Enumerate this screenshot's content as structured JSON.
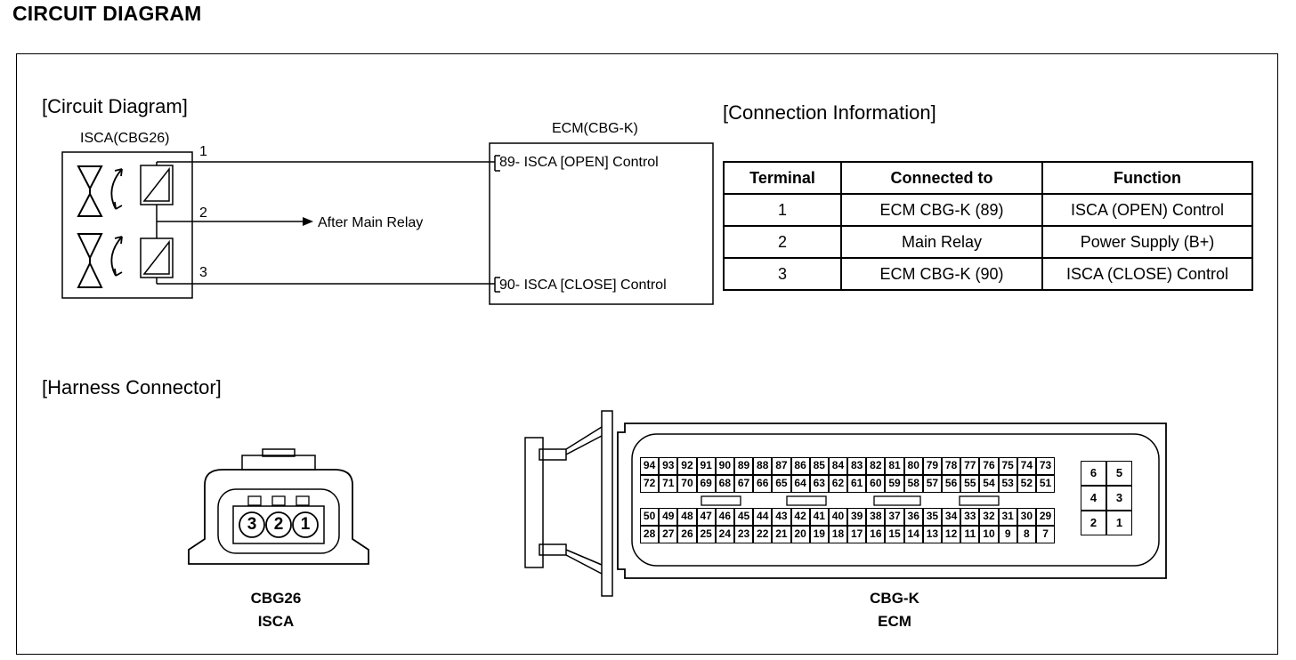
{
  "page_title": "CIRCUIT DIAGRAM",
  "circuit": {
    "heading": "[Circuit Diagram]",
    "isca_title": "ISCA(CBG26)",
    "ecm_title": "ECM(CBG-K)",
    "terminal_1": "1",
    "terminal_2": "2",
    "terminal_3": "3",
    "after_main_relay": "After Main Relay",
    "ecm_pin_89": "89- ISCA [OPEN] Control",
    "ecm_pin_90": "90- ISCA [CLOSE] Control"
  },
  "connection": {
    "heading": "[Connection Information]",
    "headers": [
      "Terminal",
      "Connected to",
      "Function"
    ],
    "rows": [
      [
        "1",
        "ECM CBG-K (89)",
        "ISCA (OPEN) Control"
      ],
      [
        "2",
        "Main Relay",
        "Power Supply (B+)"
      ],
      [
        "3",
        "ECM CBG-K (90)",
        "ISCA (CLOSE) Control"
      ]
    ]
  },
  "harness": {
    "heading": "[Harness Connector]",
    "isca_pins": [
      "3",
      "2",
      "1"
    ],
    "isca_code": "CBG26",
    "isca_name": "ISCA",
    "ecm_code": "CBG-K",
    "ecm_name": "ECM",
    "ecm_row1": [
      "94",
      "93",
      "92",
      "91",
      "90",
      "89",
      "88",
      "87",
      "86",
      "85",
      "84",
      "83",
      "82",
      "81",
      "80",
      "79",
      "78",
      "77",
      "76",
      "75",
      "74",
      "73"
    ],
    "ecm_row2": [
      "72",
      "71",
      "70",
      "69",
      "68",
      "67",
      "66",
      "65",
      "64",
      "63",
      "62",
      "61",
      "60",
      "59",
      "58",
      "57",
      "56",
      "55",
      "54",
      "53",
      "52",
      "51"
    ],
    "ecm_row3": [
      "50",
      "49",
      "48",
      "47",
      "46",
      "45",
      "44",
      "43",
      "42",
      "41",
      "40",
      "39",
      "38",
      "37",
      "36",
      "35",
      "34",
      "33",
      "32",
      "31",
      "30",
      "29"
    ],
    "ecm_row4": [
      "28",
      "27",
      "26",
      "25",
      "24",
      "23",
      "22",
      "21",
      "20",
      "19",
      "18",
      "17",
      "16",
      "15",
      "14",
      "13",
      "12",
      "11",
      "10",
      "9",
      "8",
      "7"
    ],
    "ecm_small": [
      "6",
      "5",
      "4",
      "3",
      "2",
      "1"
    ]
  }
}
